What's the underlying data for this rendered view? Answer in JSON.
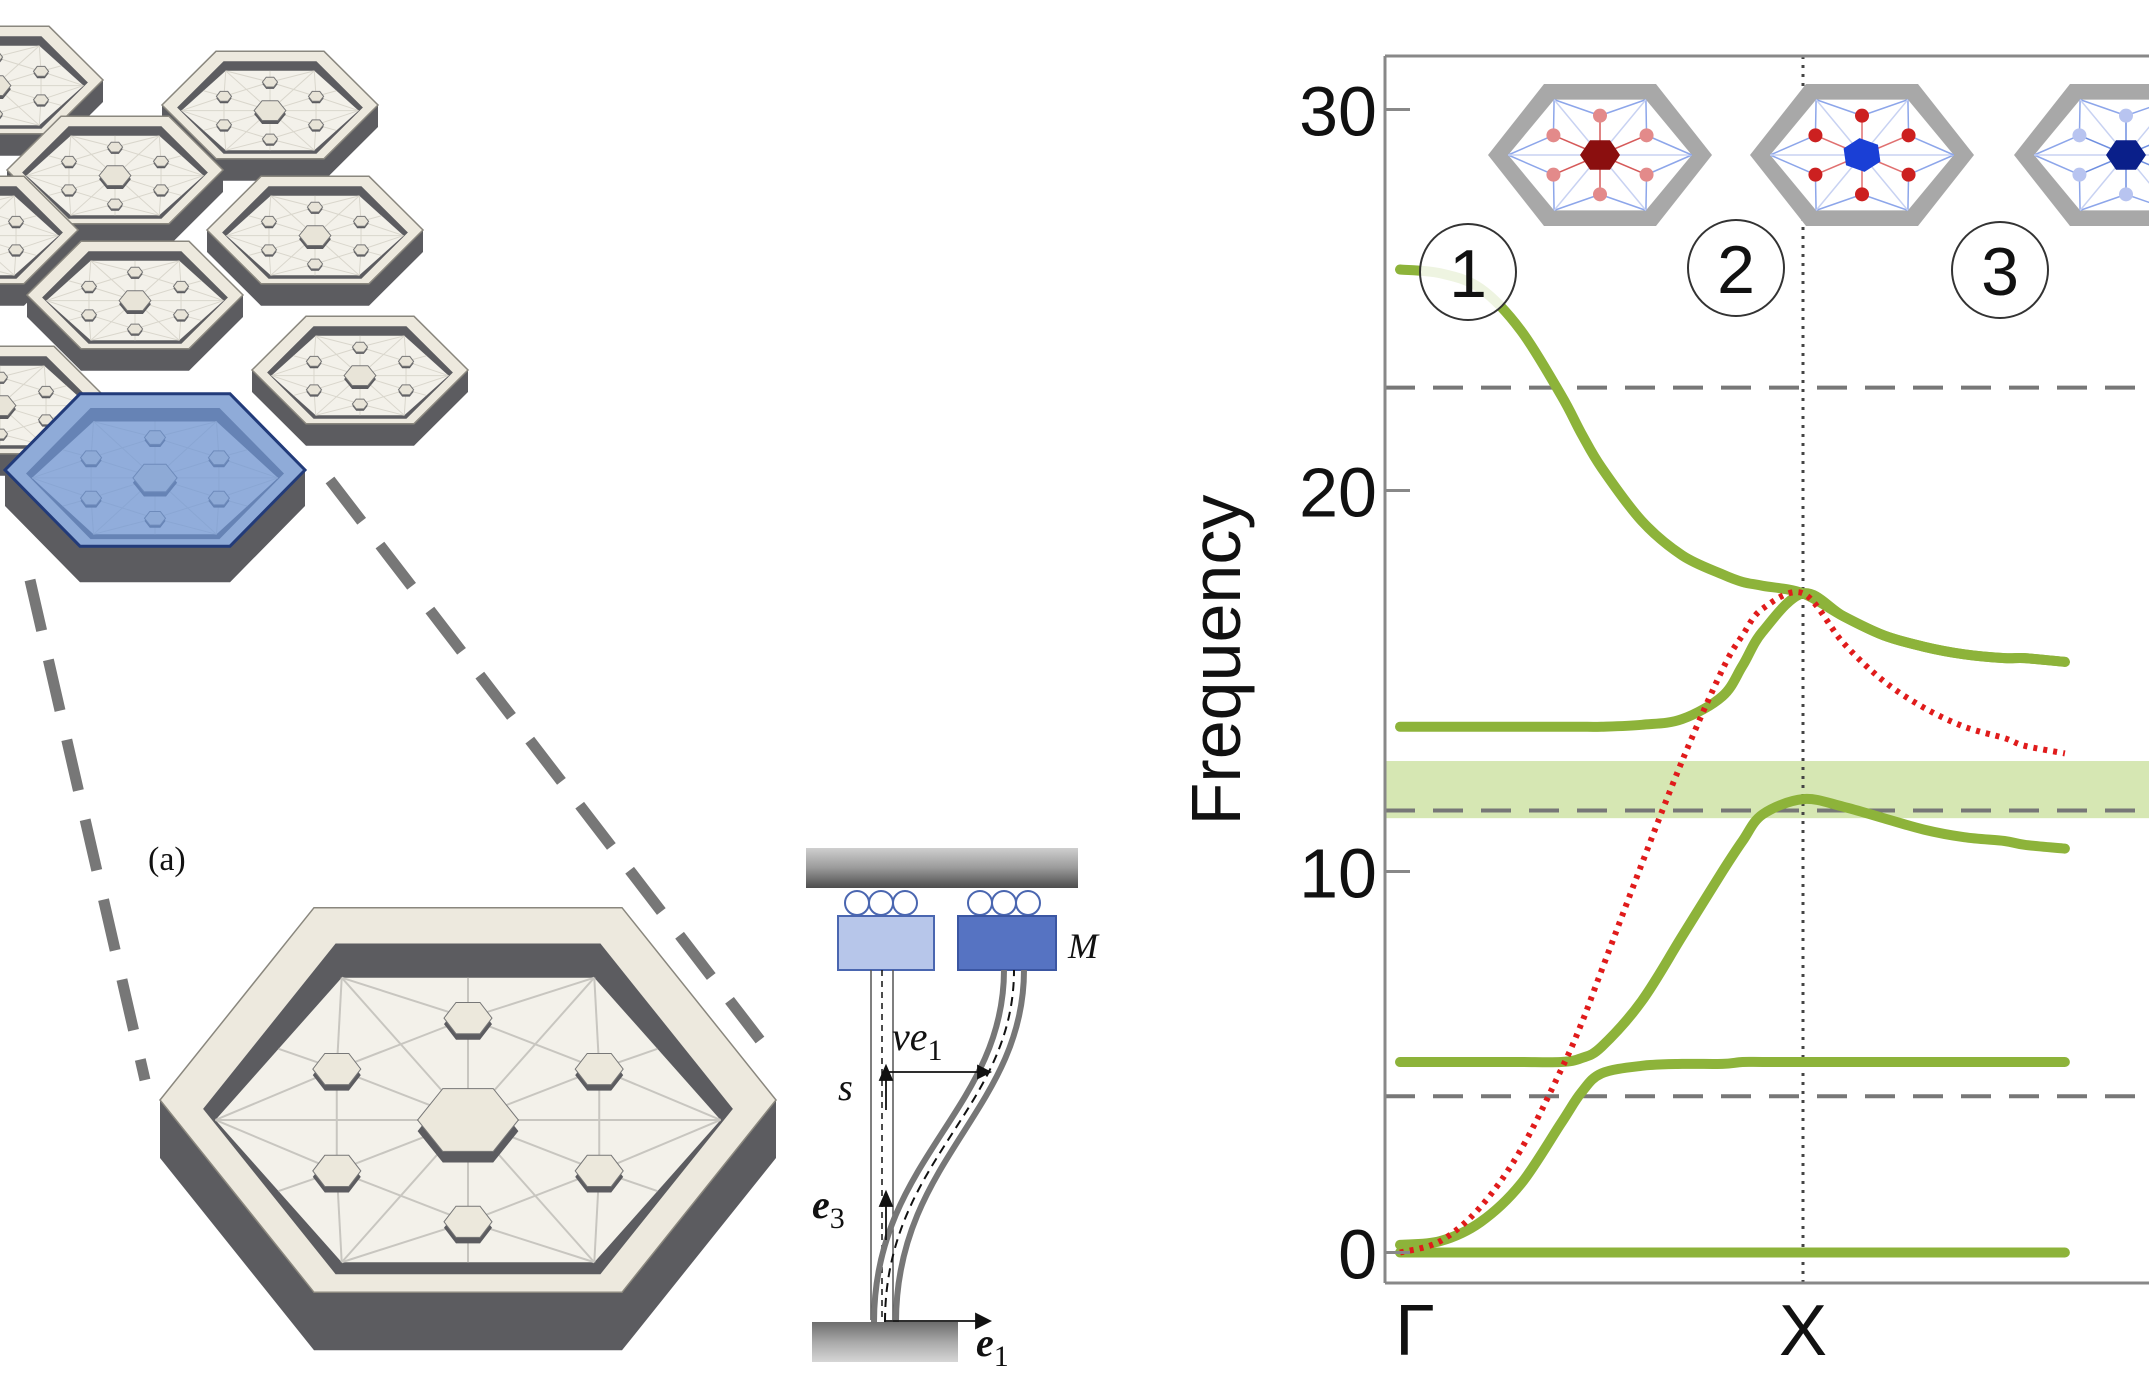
{
  "panel_label": "(a)",
  "beam": {
    "mass_label": "M",
    "s_label": "s",
    "ve1_label": "ve",
    "ve1_sub": "1",
    "e3_label": "e",
    "e3_sub": "3",
    "e1_label": "e",
    "e1_sub": "1"
  },
  "colors": {
    "lattice_wall_top": "#ede9de",
    "lattice_wall_side": "#5c5c60",
    "highlight_cell": "#6b93d6",
    "mass_light": "#b7c6ea",
    "mass_dark": "#5673c2",
    "band_green": "#8db33a",
    "gap_shade": "#cfe3a6",
    "red_dotted": "#e01b1b"
  },
  "chart_data": {
    "type": "line",
    "ylabel": "Frequency",
    "xlabel": "",
    "ylim": [
      -0.7,
      31.5
    ],
    "yticks": [
      0,
      10,
      20,
      30
    ],
    "ytick_labels": [
      "0",
      "10",
      "20",
      "30"
    ],
    "xtick_labels": [
      "Γ",
      "X"
    ],
    "vertical_marker_at": "X",
    "horizontal_dashed_lines": [
      22.7,
      11.6,
      4.1
    ],
    "gap_band": [
      11.4,
      12.9
    ],
    "mode_labels": [
      "1",
      "2",
      "3"
    ],
    "k_samples": [
      0.0,
      0.1,
      0.2,
      0.3,
      0.4,
      0.45,
      0.5,
      0.6,
      0.7,
      0.8,
      0.85,
      0.9,
      1.0,
      1.1,
      1.2,
      1.3,
      1.4,
      1.5,
      1.55,
      1.65
    ],
    "series": [
      {
        "style": "solid",
        "values": [
          25.8,
          25.7,
          25.3,
          24.2,
          22.5,
          21.5,
          20.6,
          19.2,
          18.3,
          17.8,
          17.6,
          17.5,
          17.3,
          16.7,
          16.2,
          15.9,
          15.7,
          15.6,
          15.6,
          15.5
        ]
      },
      {
        "style": "solid",
        "values": [
          13.8,
          13.8,
          13.8,
          13.8,
          13.8,
          13.8,
          13.8,
          13.85,
          14.0,
          14.6,
          15.4,
          16.3,
          17.3,
          16.7,
          16.2,
          15.9,
          15.7,
          15.6,
          15.6,
          15.5
        ]
      },
      {
        "style": "solid",
        "values": [
          5.0,
          5.0,
          5.0,
          5.0,
          5.0,
          5.1,
          5.4,
          6.6,
          8.3,
          10.0,
          10.8,
          11.5,
          11.9,
          11.7,
          11.4,
          11.1,
          10.9,
          10.8,
          10.7,
          10.6
        ]
      },
      {
        "style": "solid",
        "values": [
          0.2,
          0.3,
          0.8,
          1.8,
          3.4,
          4.2,
          4.7,
          4.9,
          4.95,
          4.95,
          5.0,
          5.0,
          5.0,
          5.0,
          5.0,
          5.0,
          5.0,
          5.0,
          5.0,
          5.0
        ]
      },
      {
        "style": "solid",
        "values": [
          0.0,
          0.0,
          0.0,
          0.0,
          0.0,
          0.0,
          0.0,
          0.0,
          0.0,
          0.0,
          0.0,
          0.0,
          0.0,
          0.0,
          0.0,
          0.0,
          0.0,
          0.0,
          0.0,
          0.0
        ]
      },
      {
        "style": "red-dotted",
        "values": [
          0.0,
          0.3,
          1.2,
          2.7,
          4.8,
          6.0,
          7.4,
          10.2,
          12.9,
          15.3,
          16.2,
          16.9,
          17.3,
          16.0,
          15.0,
          14.3,
          13.8,
          13.5,
          13.3,
          13.1
        ]
      }
    ]
  }
}
